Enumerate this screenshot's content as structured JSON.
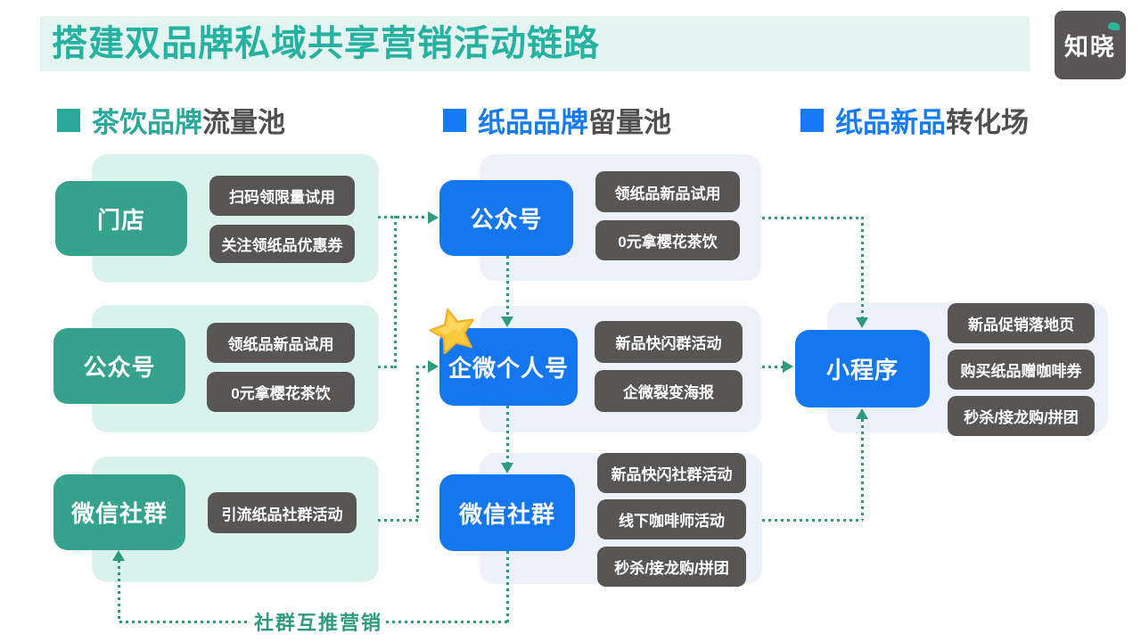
{
  "title": "搭建双品牌私域共享营销活动链路",
  "logo": {
    "text": "知晓"
  },
  "colors": {
    "teal_node": "#35A28D",
    "blue_node": "#1577F0",
    "dark_tag": "#585555",
    "arrow_teal": "#2E9C7C",
    "mint_panel": "#D9F2EB",
    "blue_panel": "#ECF1FB",
    "title_teal": "#25B2A0",
    "header_teal": "#2AA89A",
    "header_blue": "#157BF8",
    "header_gray": "#4F4F4F",
    "topbar_bg": "#E4F5F1",
    "star_gold": "#FFC93C"
  },
  "sections": [
    {
      "highlight": "茶饮品牌",
      "rest": "流量池"
    },
    {
      "highlight": "纸品品牌",
      "rest": "留量池"
    },
    {
      "highlight": "纸品新品",
      "rest": "转化场"
    }
  ],
  "flow": {
    "left": [
      {
        "node": "门店",
        "tags": [
          "扫码领限量试用",
          "关注领纸品优惠券"
        ]
      },
      {
        "node": "公众号",
        "tags": [
          "领纸品新品试用",
          "0元拿樱花茶饮"
        ]
      },
      {
        "node": "微信社群",
        "tags": [
          "引流纸品社群活动"
        ]
      }
    ],
    "middle": [
      {
        "node": "公众号",
        "tags": [
          "领纸品新品试用",
          "0元拿樱花茶饮"
        ]
      },
      {
        "node": "企微个人号",
        "tags": [
          "新品快闪群活动",
          "企微裂变海报"
        ],
        "star": "true"
      },
      {
        "node": "微信社群",
        "tags": [
          "新品快闪社群活动",
          "线下咖啡师活动",
          "秒杀/接龙购/拼团"
        ]
      }
    ],
    "right": [
      {
        "node": "小程序",
        "tags": [
          "新品促销落地页",
          "购买纸品赠咖啡券",
          "秒杀/接龙购/拼团"
        ]
      }
    ]
  },
  "footer": {
    "label": "社群互推营销"
  }
}
